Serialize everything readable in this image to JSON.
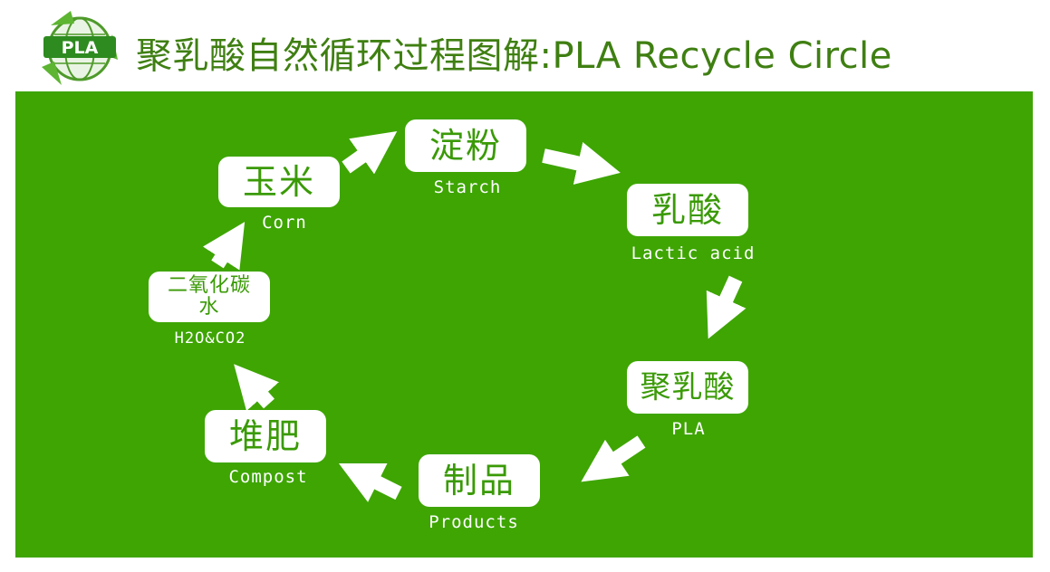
{
  "header": {
    "logo_text": "PLA",
    "title": "聚乳酸自然循环过程图解:PLA  Recycle Circle"
  },
  "colors": {
    "panel_green": "#3ea503",
    "title_green": "#3f7f12",
    "node_text_green": "#3a9a06",
    "node_bg": "#ffffff"
  },
  "cycle": {
    "starch": {
      "zh": "淀粉",
      "en": "Starch"
    },
    "lactic": {
      "zh": "乳酸",
      "en": "Lactic acid"
    },
    "pla": {
      "zh": "聚乳酸",
      "en": "PLA"
    },
    "products": {
      "zh": "制品",
      "en": "Products"
    },
    "compost": {
      "zh": "堆肥",
      "en": "Compost"
    },
    "co2": {
      "zh_line1": "二氧化碳",
      "zh_line2": "水",
      "en": "H2O&CO2"
    },
    "corn": {
      "zh": "玉米",
      "en": "Corn"
    }
  }
}
